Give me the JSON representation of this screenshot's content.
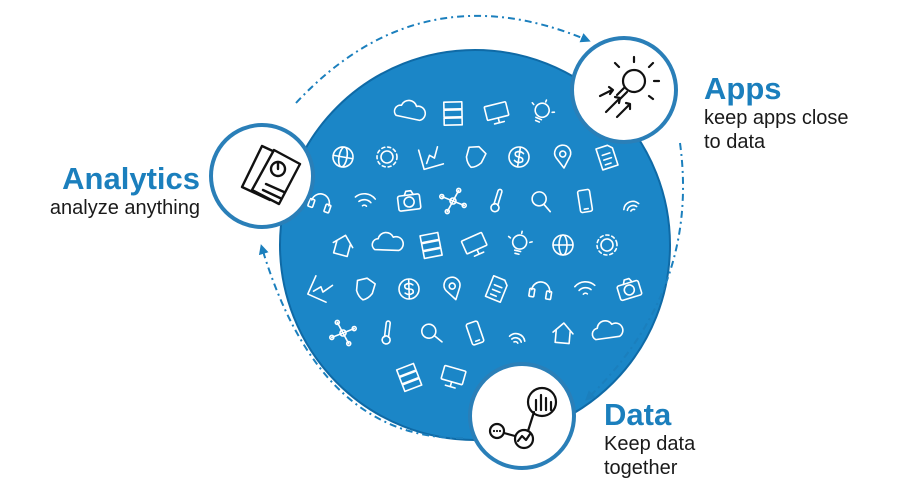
{
  "colors": {
    "accent": "#1b7fbd",
    "circle_fill": "#1b86c7",
    "circle_edge": "#0f6aa6",
    "node_border": "#2a7fb8",
    "dark_text": "#1a1a1a"
  },
  "nodes": {
    "analytics": {
      "title": "Analytics",
      "subtitle": "analyze anything",
      "icon": "documents-chart-icon"
    },
    "apps": {
      "title": "Apps",
      "subtitle_line1": "keep apps close",
      "subtitle_line2": "to data",
      "icon": "lightbulb-arrows-icon"
    },
    "data": {
      "title": "Data",
      "subtitle_line1": "Keep data",
      "subtitle_line2": "together",
      "icon": "connected-data-icon"
    }
  },
  "background": {
    "icon_set": [
      "cloud-icon",
      "server-icon",
      "monitor-icon",
      "lightbulb-icon",
      "globe-icon",
      "gear-icon",
      "chart-icon",
      "shield-icon",
      "dollar-icon",
      "location-pin-icon",
      "document-icon",
      "headset-icon",
      "wifi-icon",
      "camera-icon",
      "network-icon",
      "thermometer-icon",
      "magnifier-icon",
      "phone-icon",
      "fingerprint-icon",
      "house-icon"
    ]
  }
}
